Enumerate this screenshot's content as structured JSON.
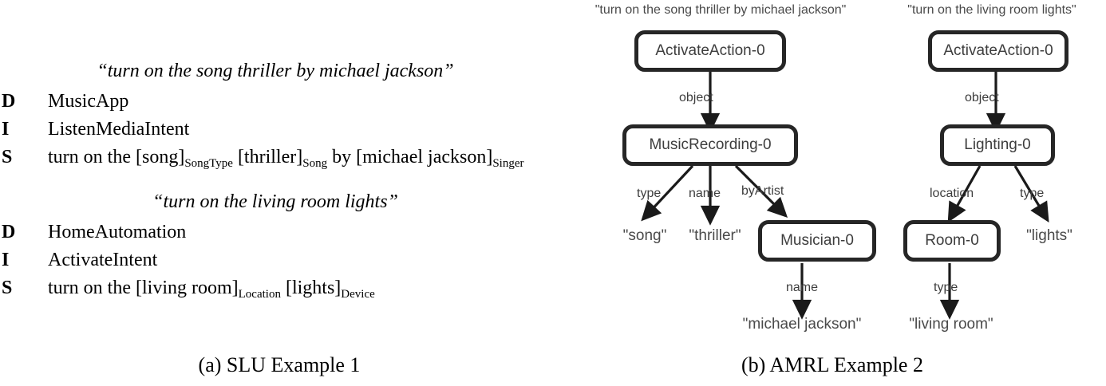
{
  "figure": {
    "caption_a": "(a) SLU Example 1",
    "caption_b": "(b) AMRL Example 2"
  },
  "slu": {
    "key_labels": {
      "domain": "D",
      "intent": "I",
      "slots": "S"
    },
    "examples": [
      {
        "utterance": "“turn on the song thriller by michael jackson”",
        "domain": "MusicApp",
        "intent": "ListenMediaIntent",
        "slot_prefix": "turn on the ",
        "slot_tokens": [
          {
            "text": "[song]",
            "sub": "SongType"
          },
          {
            "text": "[thriller]",
            "sub": "Song"
          },
          {
            "text": "[michael jackson]",
            "sub": "Singer"
          }
        ],
        "slot_infix": " by "
      },
      {
        "utterance": "“turn on the living room lights”",
        "domain": "HomeAutomation",
        "intent": "ActivateIntent",
        "slot_prefix": "turn on the ",
        "slot_tokens": [
          {
            "text": "[living room]",
            "sub": "Location"
          },
          {
            "text": "[lights]",
            "sub": "Device"
          }
        ],
        "slot_infix": " "
      }
    ]
  },
  "amrl": {
    "graphs": [
      {
        "title": "\"turn on the song thriller by michael jackson\"",
        "nodes": [
          {
            "id": "activate-action",
            "label": "ActivateAction-0"
          },
          {
            "id": "music-recording",
            "label": "MusicRecording-0"
          },
          {
            "id": "musician",
            "label": "Musician-0"
          }
        ],
        "leaves": [
          {
            "id": "song-value",
            "label": "\"song\""
          },
          {
            "id": "thriller-value",
            "label": "\"thriller\""
          },
          {
            "id": "mj-value",
            "label": "\"michael jackson\""
          }
        ],
        "edges": [
          {
            "label": "object",
            "from": "activate-action",
            "to": "music-recording"
          },
          {
            "label": "type",
            "from": "music-recording",
            "to": "song-value"
          },
          {
            "label": "name",
            "from": "music-recording",
            "to": "thriller-value"
          },
          {
            "label": "byArtist",
            "from": "music-recording",
            "to": "musician"
          },
          {
            "label": "name",
            "from": "musician",
            "to": "mj-value"
          }
        ]
      },
      {
        "title": "\"turn on the living room lights\"",
        "nodes": [
          {
            "id": "activate-action",
            "label": "ActivateAction-0"
          },
          {
            "id": "lighting",
            "label": "Lighting-0"
          },
          {
            "id": "room",
            "label": "Room-0"
          }
        ],
        "leaves": [
          {
            "id": "lights-value",
            "label": "\"lights\""
          },
          {
            "id": "living-room-value",
            "label": "\"living room\""
          }
        ],
        "edges": [
          {
            "label": "object",
            "from": "activate-action",
            "to": "lighting"
          },
          {
            "label": "location",
            "from": "lighting",
            "to": "room"
          },
          {
            "label": "type",
            "from": "lighting",
            "to": "lights-value"
          },
          {
            "label": "type",
            "from": "room",
            "to": "living-room-value"
          }
        ]
      }
    ]
  },
  "colors": {
    "node_border": "#262626",
    "node_text": "#3d3d3d",
    "leaf_text": "#4a4a4a",
    "edge": "#1a1a1a",
    "serif_text": "#000000"
  }
}
